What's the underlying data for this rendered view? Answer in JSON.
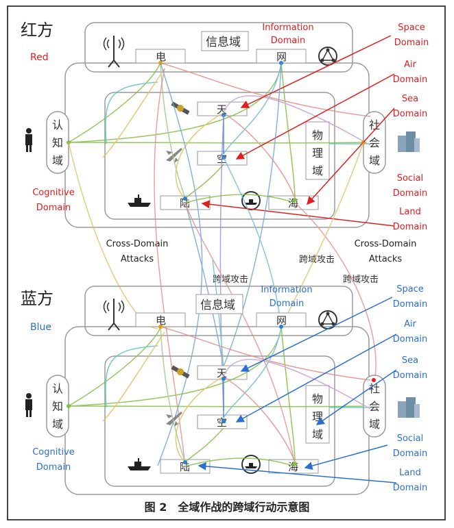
{
  "red": {
    "side_cn": "红方",
    "side_en": "Red",
    "info_cn": "信息域",
    "info_en": "Information Domain",
    "elec": "电",
    "net": "网",
    "space": "天",
    "air": "空",
    "land": "陆",
    "sea": "海",
    "physical": "物理域",
    "cognitive": "认知域",
    "social": "社会域",
    "cog_en": "Cognitive Domain",
    "space_en": "Space Domain",
    "air_en": "Air Domain",
    "sea_en": "Sea Domain",
    "social_en": "Social Domain",
    "land_en": "Land Domain"
  },
  "blue": {
    "side_cn": "蓝方",
    "side_en": "Blue",
    "info_cn": "信息域",
    "info_en": "Information Domain",
    "elec": "电",
    "net": "网",
    "space": "天",
    "air": "空",
    "land": "陆",
    "sea": "海",
    "physical": "物理域",
    "cognitive": "认知域",
    "social": "社会域",
    "cog_en": "Cognitive Domain",
    "space_en": "Space Domain",
    "air_en": "Air Domain",
    "sea_en": "Sea Domain",
    "social_en": "Social Domain",
    "land_en": "Land Domain"
  },
  "cross": {
    "attacks_en": "Cross-Domain Attacks",
    "attacks_cn": "跨域攻击"
  },
  "caption": "图 2　全域作战的跨域行动示意图",
  "colors": {
    "red_label": "#e11d1d",
    "blue_label": "#2a6fd1",
    "box": "#9a9a9a"
  }
}
